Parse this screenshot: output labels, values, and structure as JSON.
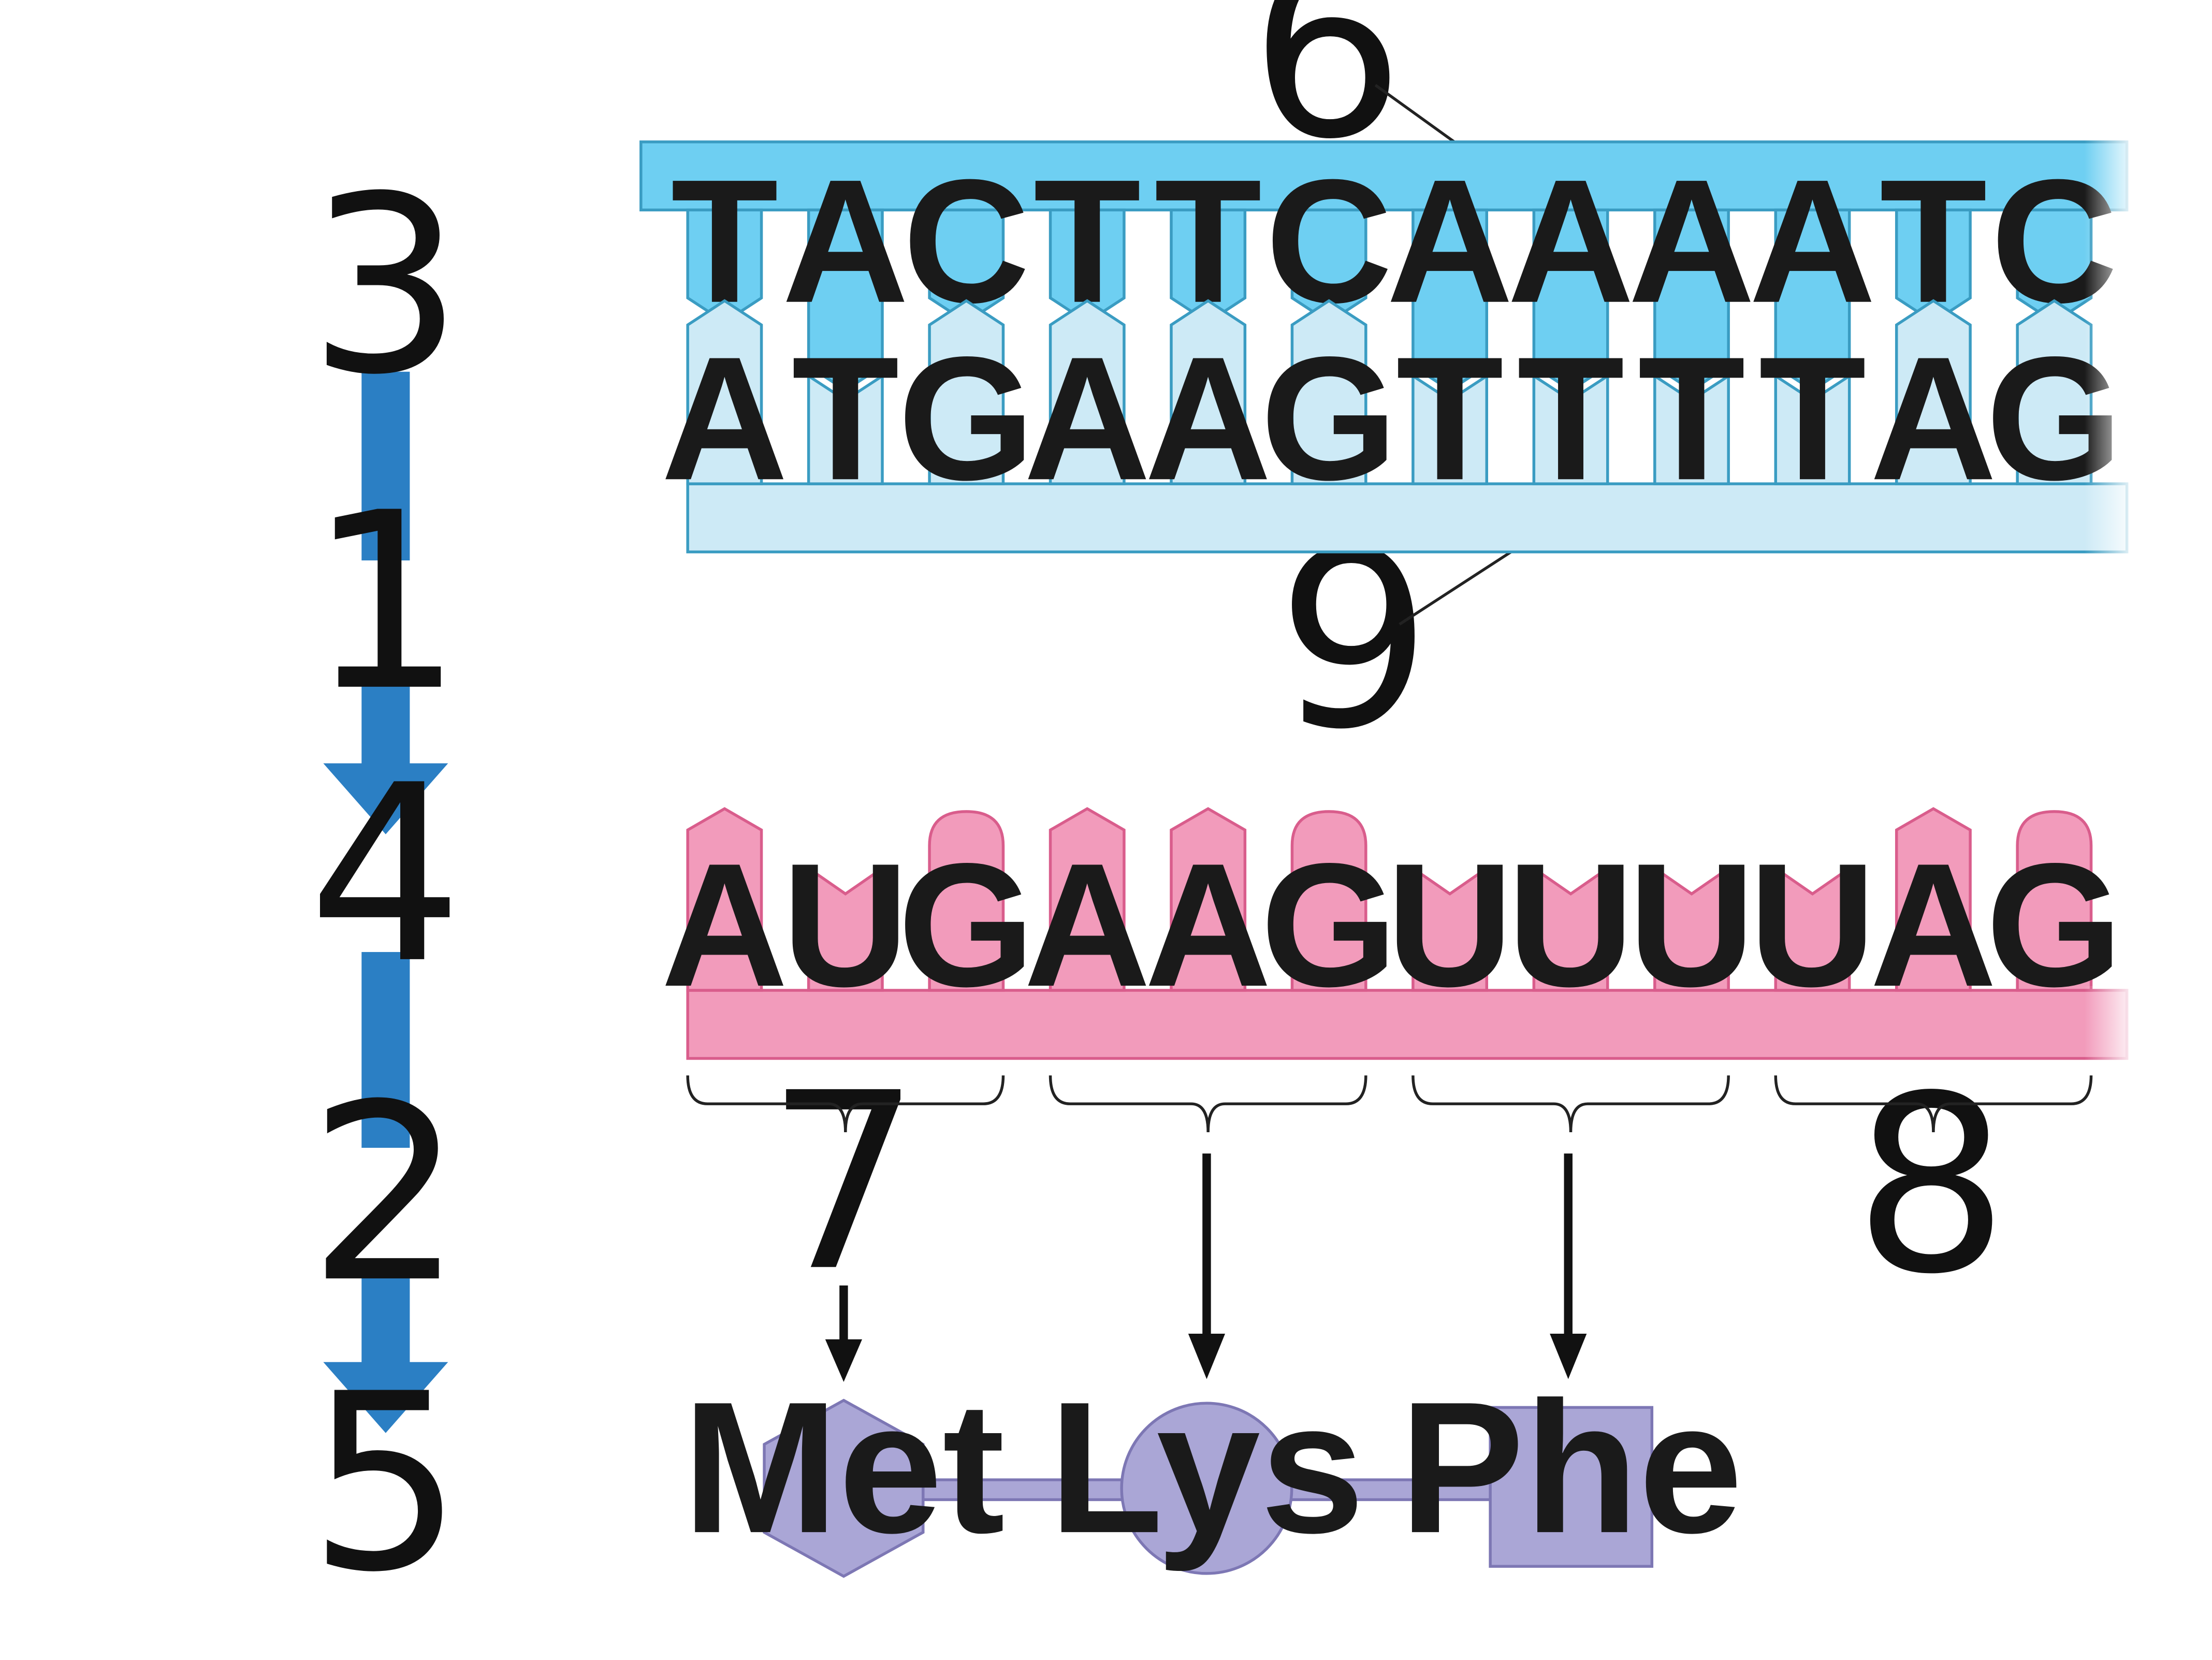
{
  "labels": {
    "n1": "1",
    "n2": "2",
    "n3": "3",
    "n4": "4",
    "n5": "5",
    "n6": "6",
    "n7": "7",
    "n8": "8",
    "n9": "9"
  },
  "dna_top": [
    "T",
    "A",
    "C",
    "T",
    "T",
    "C",
    "A",
    "A",
    "A",
    "A",
    "T",
    "C"
  ],
  "dna_bottom": [
    "A",
    "T",
    "G",
    "A",
    "A",
    "G",
    "T",
    "T",
    "T",
    "T",
    "A",
    "G"
  ],
  "mrna": [
    "A",
    "U",
    "G",
    "A",
    "A",
    "G",
    "U",
    "U",
    "U",
    "U",
    "A",
    "G"
  ],
  "amino_acids": [
    "Met",
    "Lys",
    "Phe"
  ],
  "colors": {
    "arrow": "#2b7fc4",
    "dna_top_backbone": "#6ecff2",
    "dna_top_base": "#6ecff2",
    "dna_bottom_base": "#cdeaf6",
    "dna_stroke": "#3a9cc2",
    "mrna_fill": "#f29bbb",
    "mrna_stroke": "#d95d8c",
    "amino_fill": "#aaa6d6",
    "amino_stroke": "#7d77b4"
  }
}
